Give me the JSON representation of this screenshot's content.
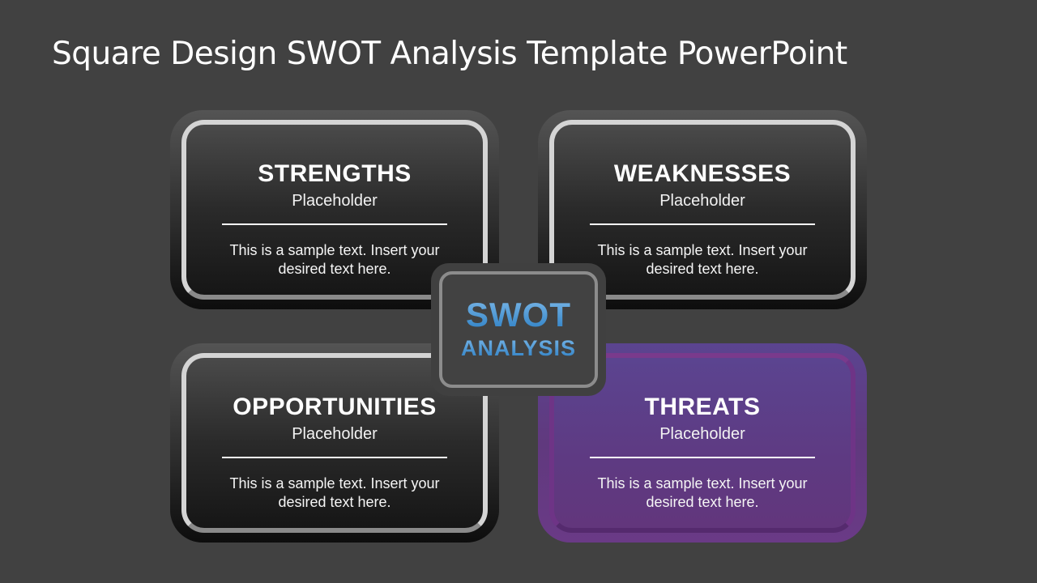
{
  "slide": {
    "title": "Square Design SWOT Analysis Template PowerPoint"
  },
  "quadrants": [
    {
      "heading": "STRENGTHS",
      "subtitle": "Placeholder",
      "body_line1": "This is a sample text. Insert your",
      "body_line2": "desired text here."
    },
    {
      "heading": "WEAKNESSES",
      "subtitle": "Placeholder",
      "body_line1": "This is a sample text. Insert your",
      "body_line2": "desired text here."
    },
    {
      "heading": "OPPORTUNITIES",
      "subtitle": "Placeholder",
      "body_line1": "This is a sample text. Insert your",
      "body_line2": "desired text here."
    },
    {
      "heading": "THREATS",
      "subtitle": "Placeholder",
      "body_line1": "This is a sample text. Insert your",
      "body_line2": "desired text here."
    }
  ],
  "center": {
    "line1": "SWOT",
    "line2": "ANALYSIS"
  },
  "colors": {
    "background": "#414141",
    "accent_purple": "#5e3a82",
    "swot_blue": "#4a9ad8"
  }
}
